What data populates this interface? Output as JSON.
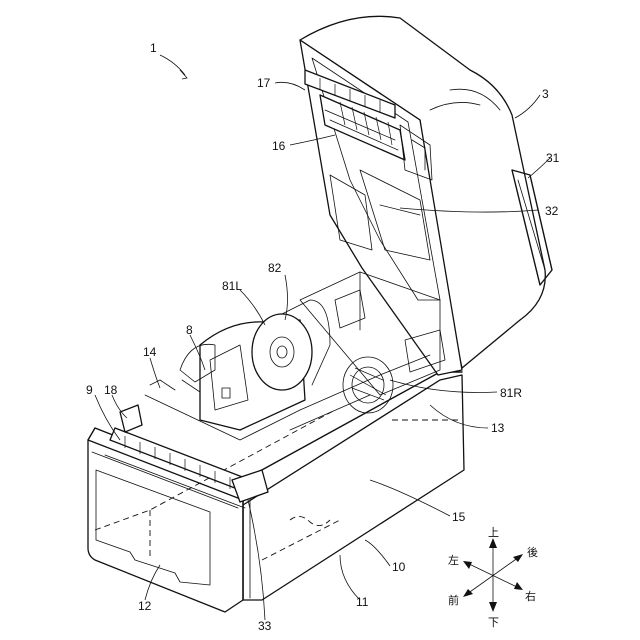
{
  "labels": {
    "l1": "1",
    "l3": "3",
    "l8": "8",
    "l9": "9",
    "l10": "10",
    "l11": "11",
    "l12": "12",
    "l13": "13",
    "l14": "14",
    "l15": "15",
    "l16": "16",
    "l17": "17",
    "l18": "18",
    "l31": "31",
    "l32": "32",
    "l33": "33",
    "l81L": "81L",
    "l81R": "81R",
    "l82": "82"
  },
  "orientation": {
    "up": "上",
    "down": "下",
    "left": "左",
    "right": "右",
    "front": "前",
    "back": "後"
  }
}
